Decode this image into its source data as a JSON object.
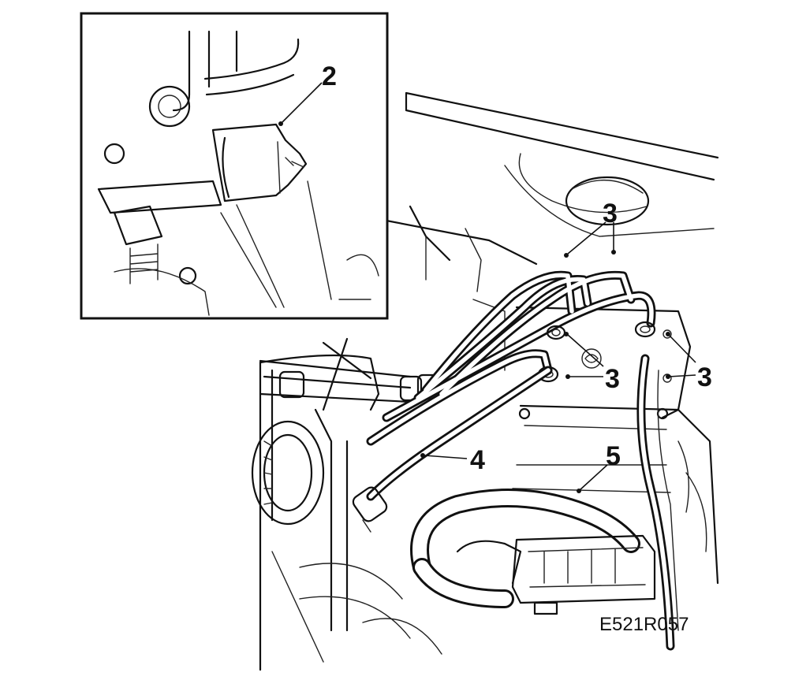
{
  "diagram": {
    "callouts": {
      "inset_part": "2",
      "brake_pipes": "3",
      "pipe_4": "4",
      "pipe_5": "5"
    },
    "figure_code": "E521R057"
  }
}
